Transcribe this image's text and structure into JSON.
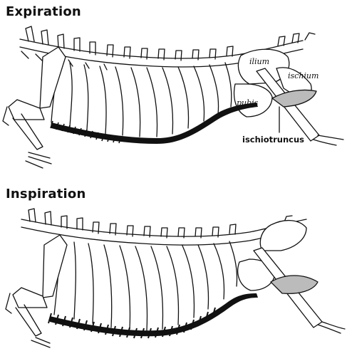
{
  "panels": [
    {
      "title": "Expiration",
      "labels": {
        "ilium": "ilium",
        "ischium": "ischium",
        "pubis": "pubis",
        "ischiotruncus": "ischiotruncus"
      }
    },
    {
      "title": "Inspiration",
      "labels": {}
    }
  ],
  "colors": {
    "ink": "#111111",
    "bone_fill": "#ffffff",
    "muscle": "#1a1a1a"
  }
}
